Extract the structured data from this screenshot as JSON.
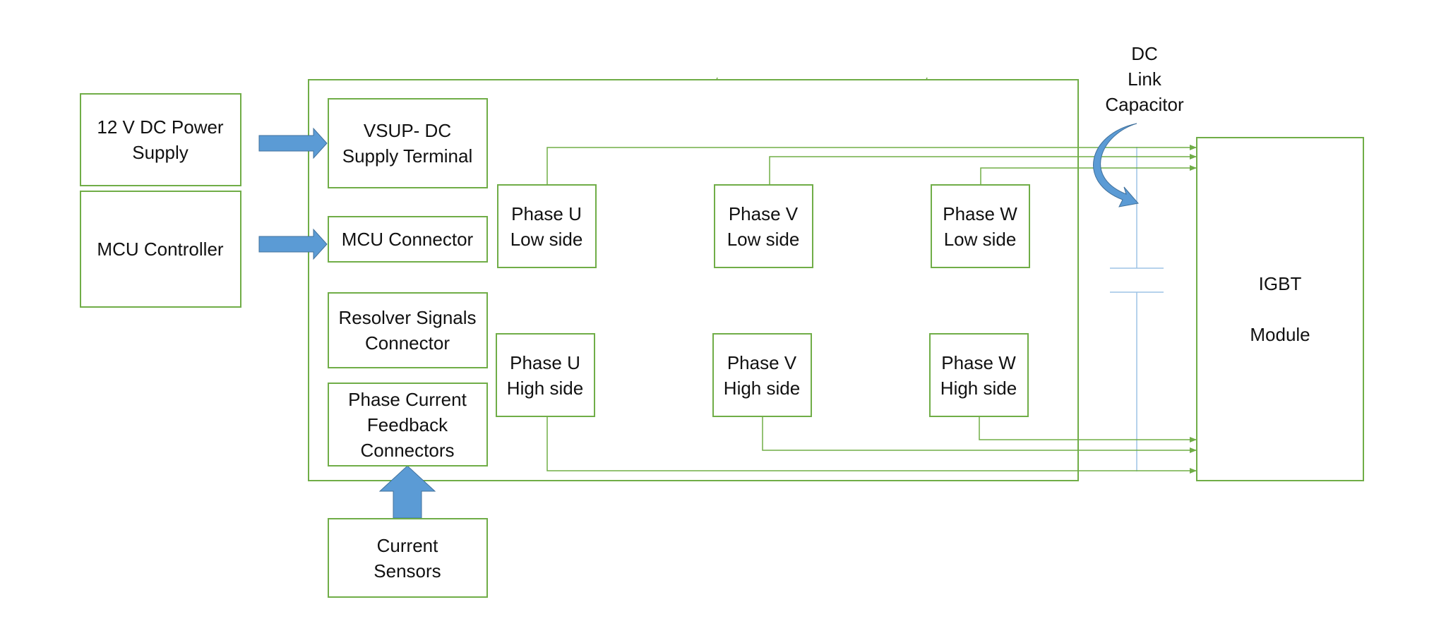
{
  "colors": {
    "box_stroke": "#70ad47",
    "arrow_fill": "#5b9bd5",
    "capacitor": "#9dc3e6",
    "text": "#111111"
  },
  "labels": {
    "power_supply": [
      "12 V DC Power",
      "Supply"
    ],
    "mcu_controller": [
      "MCU Controller"
    ],
    "vsup_terminal": [
      "VSUP- DC",
      "Supply Terminal"
    ],
    "mcu_connector": [
      "MCU Connector"
    ],
    "resolver_connector": [
      "Resolver Signals",
      "Connector"
    ],
    "phase_current_connectors": [
      "Phase Current",
      "Feedback",
      "Connectors"
    ],
    "current_sensors": [
      "Current",
      "Sensors"
    ],
    "phase_u_low": [
      "Phase U",
      "Low side"
    ],
    "phase_v_low": [
      "Phase V",
      "Low side"
    ],
    "phase_w_low": [
      "Phase W",
      "Low side"
    ],
    "phase_u_high": [
      "Phase U",
      "High side"
    ],
    "phase_v_high": [
      "Phase V",
      "High side"
    ],
    "phase_w_high": [
      "Phase W",
      "High side"
    ],
    "igbt_module": [
      "IGBT",
      "",
      "Module"
    ],
    "dc_link_capacitor": [
      "DC",
      "Link",
      "Capacitor"
    ]
  }
}
